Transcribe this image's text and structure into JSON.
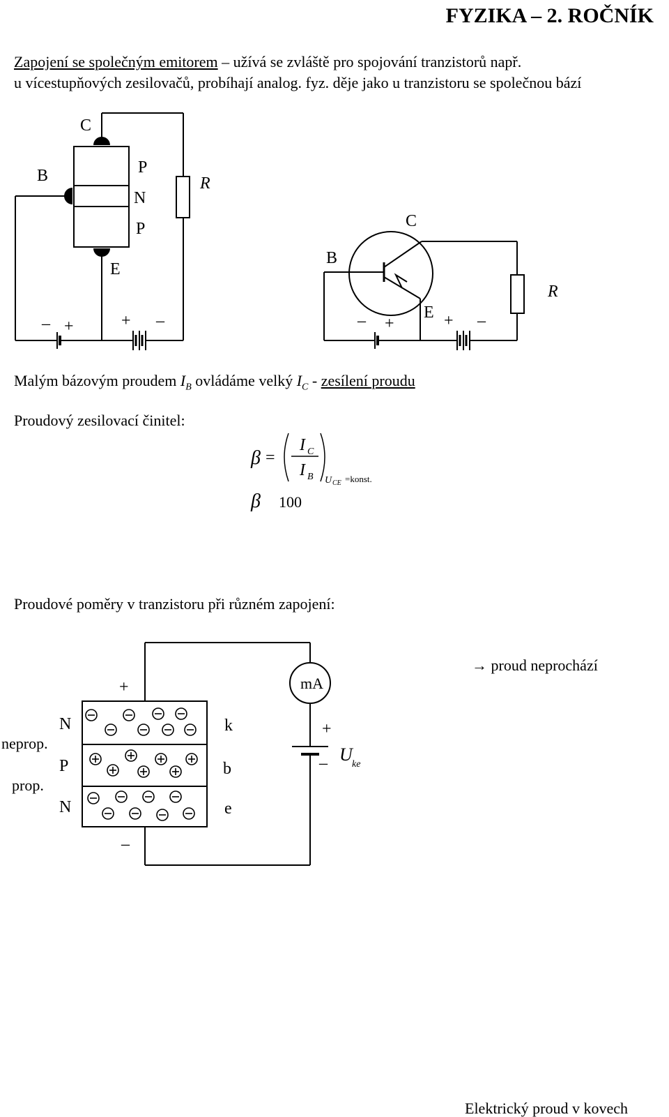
{
  "header": {
    "title": "FYZIKA – 2. ROČNÍK"
  },
  "intro": {
    "term": "Zapojení se společným emitorem",
    "line1_rest": " – užívá se zvláště pro spojování tranzistorů např.",
    "line2": "u vícestupňových zesilovačů, probíhají analog. fyz. děje jako u tranzistoru se společnou bází"
  },
  "diagram1": {
    "labels": {
      "c": "C",
      "b": "B",
      "e": "E",
      "p1": "P",
      "n": "N",
      "p2": "P",
      "r": "R"
    },
    "signs": {
      "minus1": "–",
      "plus1": "+",
      "plus2": "+",
      "minus2": "–"
    }
  },
  "diagram2": {
    "labels": {
      "c": "C",
      "b": "B",
      "e": "E",
      "r": "R"
    },
    "signs": {
      "minus1": "–",
      "plus1": "+",
      "plus2": "+",
      "minus2": "–"
    }
  },
  "current_text": {
    "part1": "Malým bázovým proudem ",
    "ib_main": "I",
    "ib_sub": "B",
    "part2": " ovládáme velký ",
    "ic_main": "I",
    "ic_sub": "C",
    "part3": " - ",
    "highlight": "zesílení proudu"
  },
  "gain": {
    "label": "Proudový zesilovací činitel:",
    "beta": "β",
    "equals": "=",
    "num_main": "I",
    "num_sub": "C",
    "den_main": "I",
    "den_sub": "B",
    "cond_u": "U",
    "cond_sub": "CE",
    "cond_rest": "=konst.",
    "beta2": "β",
    "value": "100"
  },
  "ratios": {
    "heading": "Proudové poměry v tranzistoru při různém zapojení:",
    "layer_n1": "N",
    "layer_p": "P",
    "layer_n2": "N",
    "nonconducting": "neprop.",
    "conducting": "prop.",
    "k": "k",
    "b": "b",
    "e": "e",
    "plus_top": "+",
    "minus_bottom": "–",
    "meter": "mA",
    "batt_plus": "+",
    "batt_minus": "–",
    "u_main": "U",
    "u_sub": "ke",
    "note": "→ proud neprochází"
  },
  "footer": {
    "text": "Elektrický proud v kovech"
  }
}
